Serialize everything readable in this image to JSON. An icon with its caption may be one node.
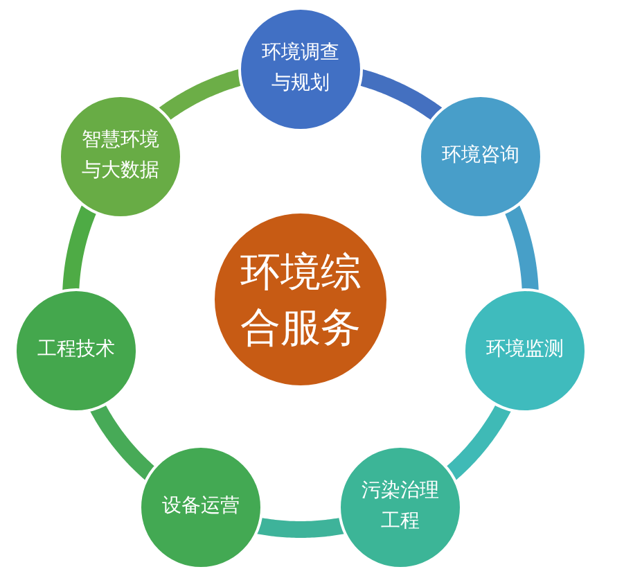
{
  "diagram": {
    "nodes": [
      {
        "text": [
          "环境综合服务"
        ]
      },
      {
        "text": [
          "环境调查与规划"
        ]
      },
      {
        "text": [
          "环境咨询"
        ]
      },
      {
        "text": [
          "环境监测"
        ]
      },
      {
        "text": [
          "污染治理工程"
        ]
      },
      {
        "text": [
          "设备运营"
        ]
      },
      {
        "text": [
          "工程技术"
        ]
      },
      {
        "text": [
          "智慧环境与大数据"
        ]
      }
    ],
    "edges": [
      {
        "from": 1,
        "to": 2,
        "arrow": "none",
        "color": "#4470c0"
      },
      {
        "from": 2,
        "to": 3,
        "arrow": "none",
        "color": "#479fc8"
      },
      {
        "from": 3,
        "to": 4,
        "arrow": "none",
        "color": "#3fbab6"
      },
      {
        "from": 4,
        "to": 5,
        "arrow": "none",
        "color": "#3eb39a"
      },
      {
        "from": 5,
        "to": 6,
        "arrow": "none",
        "color": "#47aa57"
      },
      {
        "from": 6,
        "to": 7,
        "arrow": "none",
        "color": "#4eab45"
      },
      {
        "from": 7,
        "to": 1,
        "arrow": "none",
        "color": "#6cae47"
      }
    ]
  }
}
